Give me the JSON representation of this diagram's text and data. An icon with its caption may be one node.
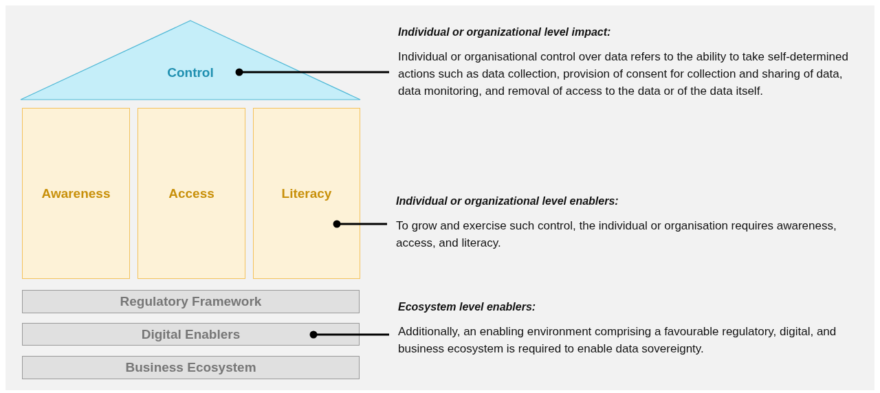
{
  "diagram": {
    "nodes": [
      {
        "text": [
          "Control"
        ]
      },
      {
        "text": [
          "Awareness"
        ]
      },
      {
        "text": [
          "Access"
        ]
      },
      {
        "text": [
          "Literacy"
        ]
      },
      {
        "text": [
          "Regulatory Framework"
        ]
      },
      {
        "text": [
          "Digital Enablers"
        ]
      },
      {
        "text": [
          "Business Ecosystem"
        ]
      },
      {
        "text": [
          "Individual or organizational level impact:",
          "Individual or organisational control over data refers to the ability to take self-determined actions such as data collection, provision of consent for collection and sharing of data, data monitoring, and removal of access to the data or of the data itself."
        ]
      },
      {
        "text": [
          "Individual or organizational level enablers:",
          "To grow and exercise such control, the individual or organisation requires awareness, access, and literacy."
        ]
      },
      {
        "text": [
          "Ecosystem level enablers:",
          "Additionally, an enabling environment comprising a favourable regulatory, digital, and business ecosystem is required to enable data sovereignty."
        ]
      }
    ],
    "edges": [
      {
        "from": 7,
        "to": 0,
        "arrow": "other"
      },
      {
        "from": 8,
        "to": 3,
        "arrow": "other"
      },
      {
        "from": 9,
        "to": 5,
        "arrow": "other"
      }
    ]
  }
}
